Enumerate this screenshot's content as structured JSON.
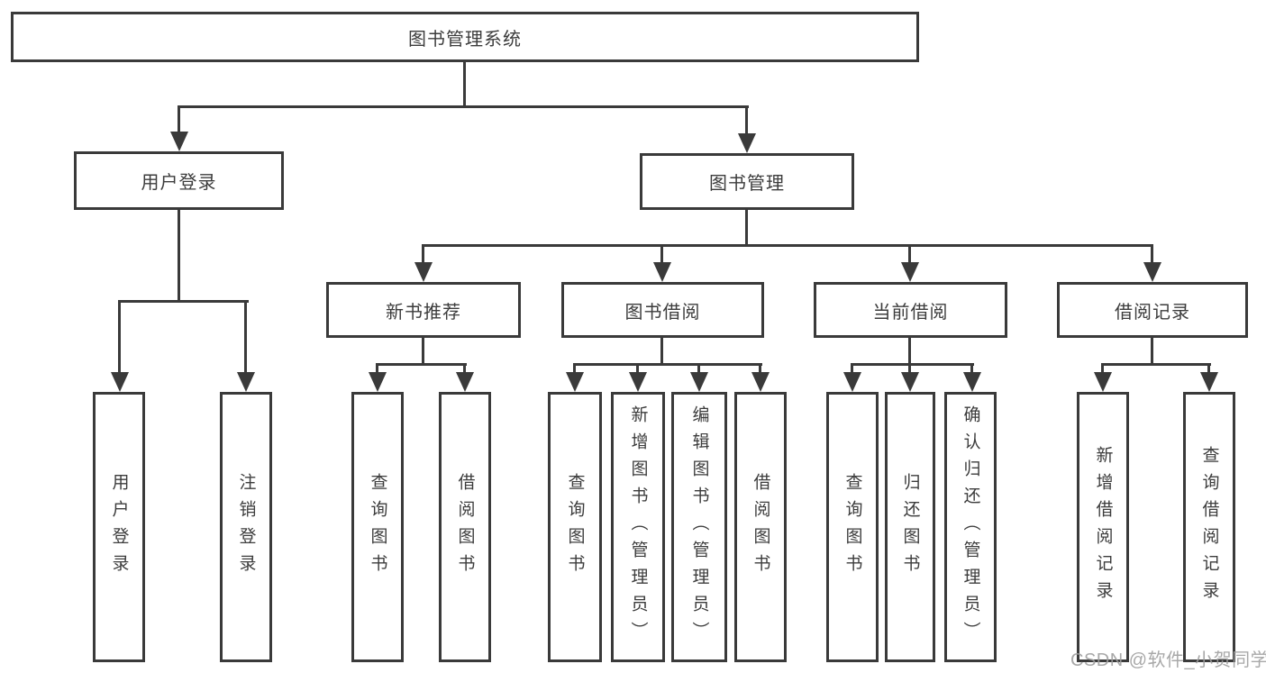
{
  "tree": {
    "root": {
      "label": "图书管理系统"
    },
    "level2": [
      {
        "label": "用户登录"
      },
      {
        "label": "图书管理"
      }
    ],
    "level3": [
      {
        "label": "新书推荐",
        "parent": "图书管理"
      },
      {
        "label": "图书借阅",
        "parent": "图书管理"
      },
      {
        "label": "当前借阅",
        "parent": "图书管理"
      },
      {
        "label": "借阅记录",
        "parent": "图书管理"
      }
    ],
    "leaves": [
      {
        "label": "用户登录",
        "parent": "用户登录"
      },
      {
        "label": "注销登录",
        "parent": "用户登录"
      },
      {
        "label": "查询图书",
        "parent": "新书推荐"
      },
      {
        "label": "借阅图书",
        "parent": "新书推荐"
      },
      {
        "label": "查询图书",
        "parent": "图书借阅"
      },
      {
        "label": "新增图书（管理员）",
        "parent": "图书借阅"
      },
      {
        "label": "编辑图书（管理员）",
        "parent": "图书借阅"
      },
      {
        "label": "借阅图书",
        "parent": "图书借阅"
      },
      {
        "label": "查询图书",
        "parent": "当前借阅"
      },
      {
        "label": "归还图书",
        "parent": "当前借阅"
      },
      {
        "label": "确认归还（管理员）",
        "parent": "当前借阅"
      },
      {
        "label": "新增借阅记录",
        "parent": "借阅记录"
      },
      {
        "label": "查询借阅记录",
        "parent": "借阅记录"
      }
    ]
  },
  "watermark": "CSDN @软件_小贺同学",
  "colors": {
    "line": "#3a3a3a",
    "text": "#3c3c3c",
    "background": "#ffffff",
    "watermark": "#9e9e9e"
  }
}
